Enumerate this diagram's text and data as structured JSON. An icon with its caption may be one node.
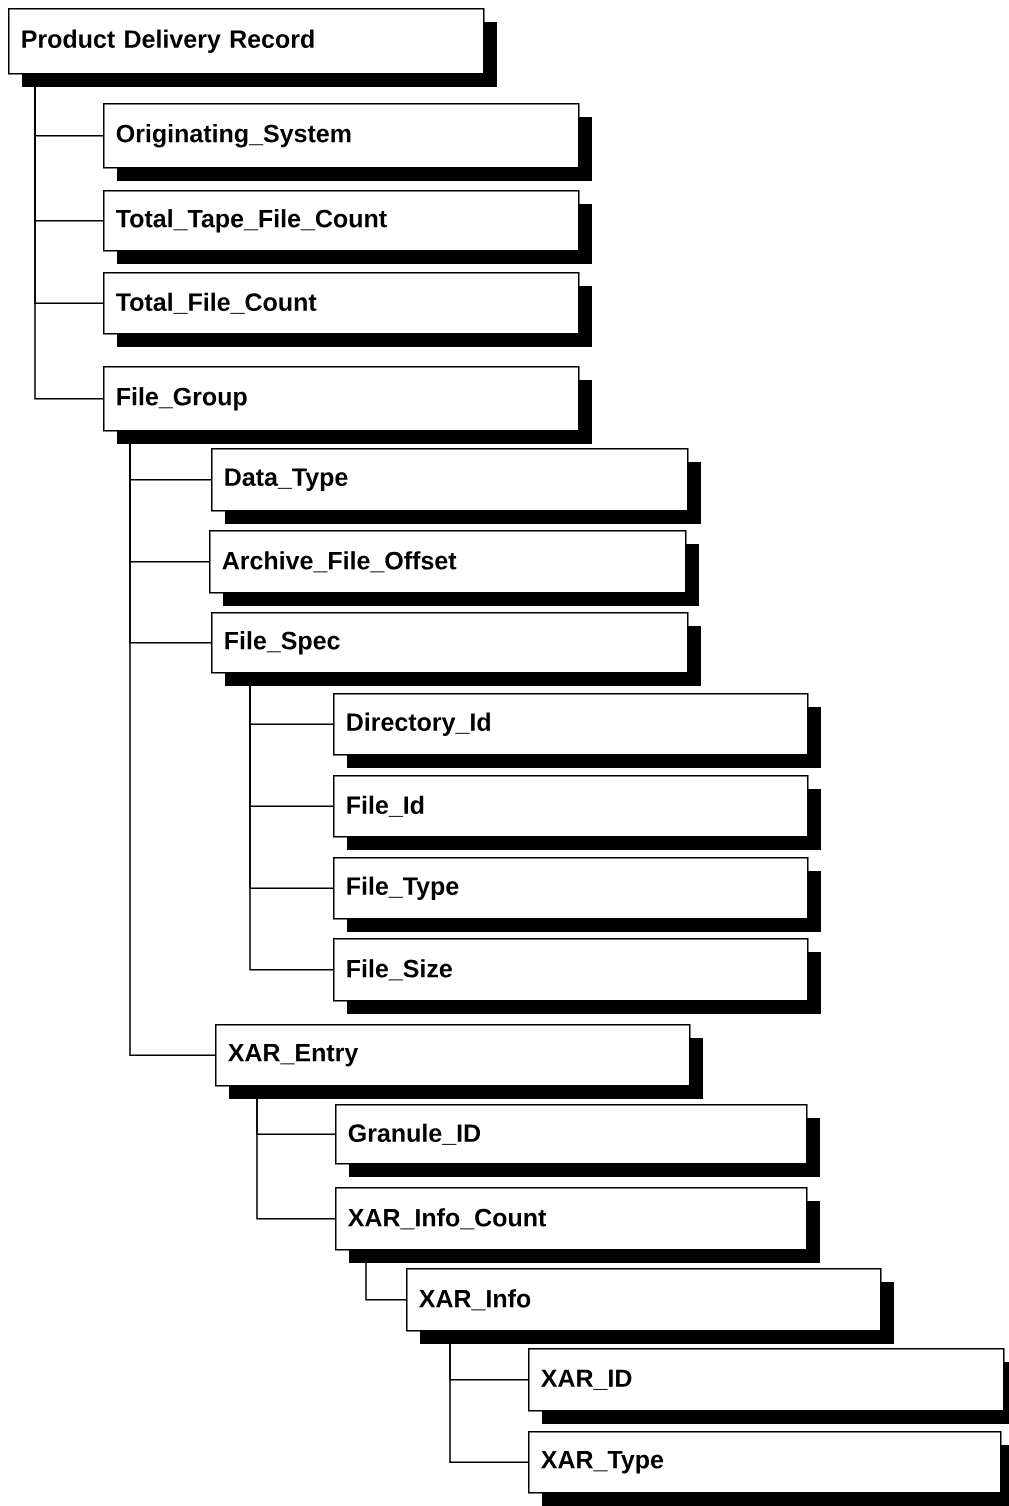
{
  "diagram": {
    "nodes": [
      {
        "text": [
          "Product Delivery Record"
        ]
      },
      {
        "text": [
          "Originating_System"
        ]
      },
      {
        "text": [
          "Total_Tape_File_Count"
        ]
      },
      {
        "text": [
          "Total_File_Count"
        ]
      },
      {
        "text": [
          "File_Group"
        ]
      },
      {
        "text": [
          "Data_Type"
        ]
      },
      {
        "text": [
          "Archive_File_Offset"
        ]
      },
      {
        "text": [
          "File_Spec"
        ]
      },
      {
        "text": [
          "Directory_Id"
        ]
      },
      {
        "text": [
          "File_Id"
        ]
      },
      {
        "text": [
          "File_Type"
        ]
      },
      {
        "text": [
          "File_Size"
        ]
      },
      {
        "text": [
          "XAR_Entry"
        ]
      },
      {
        "text": [
          "Granule_ID"
        ]
      },
      {
        "text": [
          "XAR_Info_Count"
        ]
      },
      {
        "text": [
          "XAR_Info"
        ]
      },
      {
        "text": [
          "XAR_ID"
        ]
      },
      {
        "text": [
          "XAR_Type"
        ]
      }
    ],
    "edges": [
      {
        "from": 0,
        "to": 1,
        "arrow": "none"
      },
      {
        "from": 0,
        "to": 2,
        "arrow": "none"
      },
      {
        "from": 0,
        "to": 3,
        "arrow": "none"
      },
      {
        "from": 0,
        "to": 4,
        "arrow": "none"
      },
      {
        "from": 4,
        "to": 5,
        "arrow": "none"
      },
      {
        "from": 4,
        "to": 6,
        "arrow": "none"
      },
      {
        "from": 4,
        "to": 7,
        "arrow": "none"
      },
      {
        "from": 7,
        "to": 8,
        "arrow": "none"
      },
      {
        "from": 7,
        "to": 9,
        "arrow": "none"
      },
      {
        "from": 7,
        "to": 10,
        "arrow": "none"
      },
      {
        "from": 7,
        "to": 11,
        "arrow": "none"
      },
      {
        "from": 4,
        "to": 12,
        "arrow": "none"
      },
      {
        "from": 12,
        "to": 13,
        "arrow": "none"
      },
      {
        "from": 12,
        "to": 14,
        "arrow": "none"
      },
      {
        "from": 14,
        "to": 15,
        "arrow": "none"
      },
      {
        "from": 15,
        "to": 16,
        "arrow": "none"
      },
      {
        "from": 15,
        "to": 17,
        "arrow": "none"
      }
    ]
  }
}
